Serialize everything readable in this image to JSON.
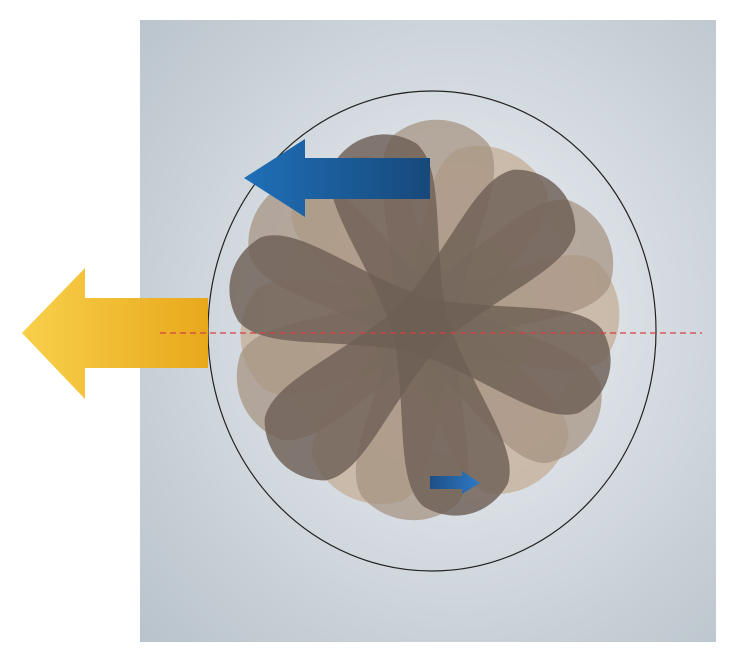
{
  "diagram": {
    "colors": {
      "background_center": "#eef1f4",
      "background_edge": "#b9c3cb",
      "rotor_dark": "#6e5f56",
      "rotor_mid": "#8c7d73",
      "rotor_light": "#a59281",
      "rotor_lightest": "#c4ad96",
      "inflow_arrow": "#f5c23a",
      "inflow_arrow_dark": "#e8a81c",
      "rotation_arrow": "#1f6fb8",
      "rotation_arrow_dark": "#17497a",
      "small_arrow": "#2a6db0",
      "centerline": "#d64040",
      "housing_stroke": "#222222"
    },
    "rotor": {
      "lobes": 6,
      "overlay_stages": 3
    },
    "arrows": [
      {
        "name": "inflow-arrow",
        "direction": "left"
      },
      {
        "name": "rotation-arrow",
        "direction": "left"
      },
      {
        "name": "small-motion-arrow",
        "direction": "right"
      }
    ],
    "centerline": {
      "style": "dashed"
    }
  }
}
